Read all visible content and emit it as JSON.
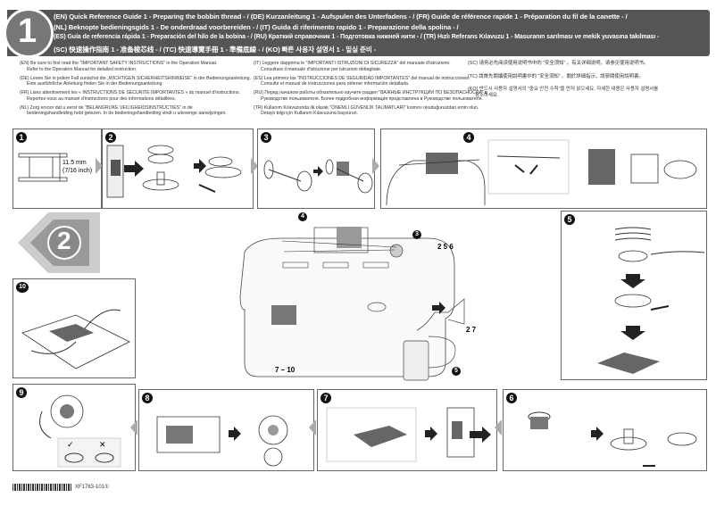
{
  "header": {
    "logo_number": "1",
    "lines": [
      "(EN) Quick Reference Guide 1 - Preparing the bobbin thread - / (DE) Kurzanleitung 1 - Aufspulen des Unterfadens - / (FR) Guide de référence rapide 1 - Préparation du fil de la canette - /",
      "(NL) Beknopte bedieningsgids 1 - De onderdraad voorbereiden - / (IT) Guida di riferimento rapido 1 - Preparazione della spolina - /",
      "(ES) Guía de referencia rápida 1 - Preparación del hilo de la bobina - / (RU) Краткий справочник 1 - Подготовка нижней нити - / (TR) Hızlı Referans Kılavuzu 1 - Masuranın sarılması ve mekik yuvasına takılması -",
      "(SC) 快速操作指南 1 - 准备梭芯线 - / (TC) 快速導覽手冊 1 - 準備底線 - / (KO) 빠른 사용자 설명서 1 - 밑실 준비 -"
    ]
  },
  "instructions": {
    "col1": [
      "(EN) Be sure to first read the \"IMPORTANT SAFETY INSTRUCTIONS\" in the Operation Manual.",
      "Refer to the Operation Manual for detailed instruction.",
      "(DE) Lesen Sie in jedem Fall zunächst die „WICHTIGEN SICHERHEITSHINWEISE\" in der Bedienungsanleitung.",
      "Eine ausführliche Anleitung finden Sie in der Bedienungsanleitung.",
      "(FR) Lisez attentivement les « INSTRUCTIONS DE SÉCURITÉ IMPORTANTES » du manuel d'instructions.",
      "Reportez-vous au manuel d'instructions pour des informations détaillées.",
      "(NL) Zorg ervoor dat u eerst de \"BELANGRIJKE VEILIGHEIDSINSTRUCTIES\" in de",
      "bedieningshandleiding hebt gelezen. In de bedieningshandleiding vindt u uitvoerige aanwijzingen."
    ],
    "col2": [
      "(IT) Leggere dapprima le \"IMPORTANTI ISTRUZIONI DI SICUREZZA\" del manuale d'istruzione.",
      "Consultare il manuale d'istruzione per istruzioni dettagliate.",
      "(ES) Lea primero las \"INSTRUCCIONES DE SEGURIDAD IMPORTANTES\" del manual de instrucciones.",
      "Consulte el manual de instrucciones para obtener información detallada.",
      "(RU) Перед началом работы обязательно изучите раздел \"ВАЖНЫЕ ИНСТРУКЦИИ ПО БЕЗОПАСНОСТИ\" в",
      "Руководстве пользователя. Более подробная информация представлена в Руководстве пользователя.",
      "(TR) Kullanım Kılavuzunda ilk olarak \"ÖNEMLİ GÜVENLİK TALİMATLARI\" kısmını okuduğunuzdan emin olun.",
      "Detaylı bilgi için Kullanım Kılavuzuna başvurun."
    ],
    "col3": [
      "(SC) 请务必先阅读使用说明书中的 “安全须知” 。有关详细说明，请参见使用说明书。",
      "(TC) 請首先閱讀使用說明書中的 “安全須知” 。關於詳細指示，請參閱使用說明書。",
      "(KO) 반드시 사용자 설명서의 \"중요 안전 수칙\"을 먼저 읽으세요. 자세한 내용은 사용자 설명서를",
      "참조하세요."
    ]
  },
  "panels": {
    "p1": {
      "number": "1",
      "dimension_mm": "11.5 mm",
      "dimension_in": "(7/16 inch)"
    },
    "p2": {
      "number": "2"
    },
    "p3": {
      "number": "3"
    },
    "p4": {
      "number": "4"
    },
    "p5": {
      "number": "5"
    },
    "p6": {
      "number": "6"
    },
    "p7": {
      "number": "7"
    },
    "p8": {
      "number": "8"
    },
    "p9": {
      "number": "9"
    },
    "p10": {
      "number": "10"
    }
  },
  "section_number": "2",
  "machine_callouts": {
    "c4": "4",
    "c3": "3",
    "c256": "2 5 6",
    "c27": "2 7",
    "c5": "5",
    "c710": "7 – 10"
  },
  "footer": {
    "code": "XF1763-101①"
  }
}
